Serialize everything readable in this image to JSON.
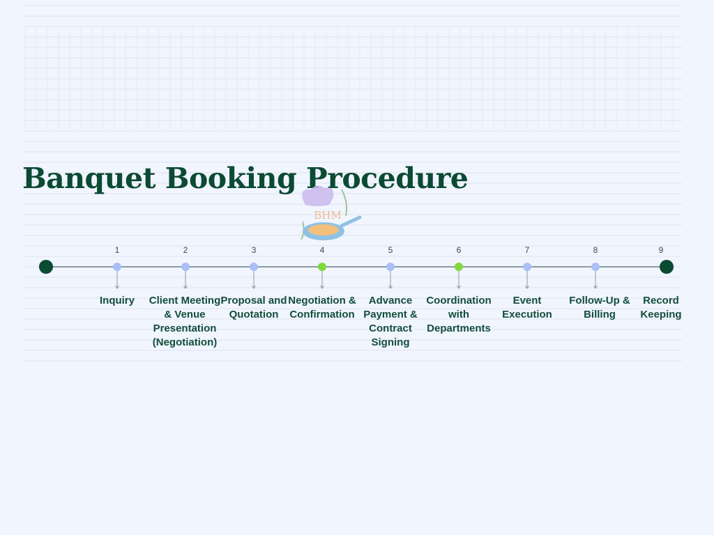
{
  "title": "Banquet Booking Procedure",
  "logo": {
    "text": "BHM"
  },
  "colors": {
    "accent": "#0b4a33",
    "dot": "#a9bff5",
    "highlight": "#7ed93a",
    "line": "#8a9aa3"
  },
  "steps": [
    {
      "number": "1",
      "label": "Inquiry",
      "highlight": false
    },
    {
      "number": "2",
      "label": "Client Meeting & Venue Presentation (Negotiation)",
      "highlight": false
    },
    {
      "number": "3",
      "label": "Proposal and Quotation",
      "highlight": false
    },
    {
      "number": "4",
      "label": "Negotiation & Confirmation",
      "highlight": true
    },
    {
      "number": "5",
      "label": "Advance Payment & Contract Signing",
      "highlight": false
    },
    {
      "number": "6",
      "label": "Coordination with Departments",
      "highlight": true
    },
    {
      "number": "7",
      "label": "Event Execution",
      "highlight": false
    },
    {
      "number": "8",
      "label": "Follow-Up & Billing",
      "highlight": false
    },
    {
      "number": "9",
      "label": "Record Keeping",
      "highlight": false
    }
  ]
}
